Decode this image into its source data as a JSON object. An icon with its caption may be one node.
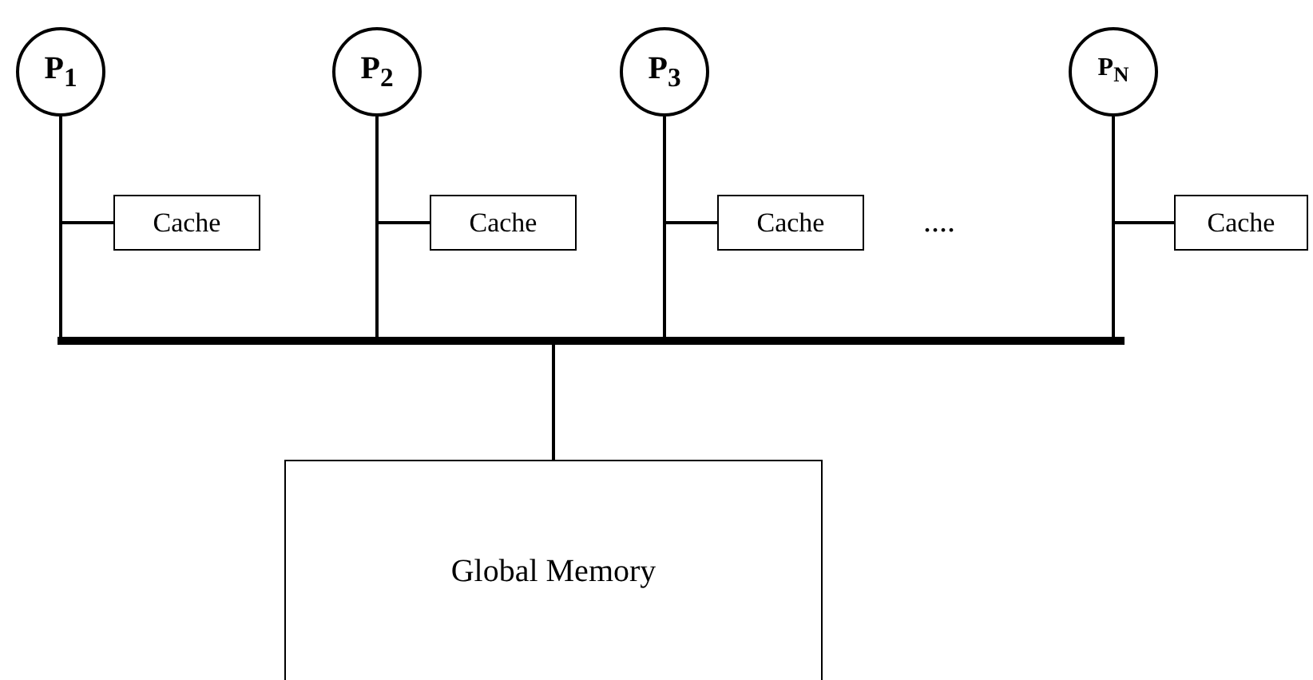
{
  "diagram": {
    "nodes": [
      {
        "text": [
          "P$_{1}$"
        ]
      },
      {
        "text": [
          "P$_{2}$"
        ]
      },
      {
        "text": [
          "P$_{3}$"
        ]
      },
      {
        "text": [
          "P$_{N}$"
        ]
      },
      {
        "text": [
          "Cache"
        ]
      },
      {
        "text": [
          "Cache"
        ]
      },
      {
        "text": [
          "Cache"
        ]
      },
      {
        "text": [
          "Cache"
        ]
      },
      {
        "text": [],
        "shape": "bar"
      },
      {
        "text": [
          "Global Memory"
        ]
      }
    ],
    "edges": [
      {
        "from": 0,
        "to": 8,
        "arrow": "none"
      },
      {
        "from": 1,
        "to": 8,
        "arrow": "none"
      },
      {
        "from": 2,
        "to": 8,
        "arrow": "none"
      },
      {
        "from": 3,
        "to": 8,
        "arrow": "none"
      },
      {
        "from": 4,
        "to": 0,
        "arrow": "none"
      },
      {
        "from": 5,
        "to": 1,
        "arrow": "none"
      },
      {
        "from": 6,
        "to": 2,
        "arrow": "none"
      },
      {
        "from": 7,
        "to": 3,
        "arrow": "none"
      },
      {
        "from": 8,
        "to": 9,
        "arrow": "none"
      }
    ],
    "labels": [
      "...."
    ]
  }
}
